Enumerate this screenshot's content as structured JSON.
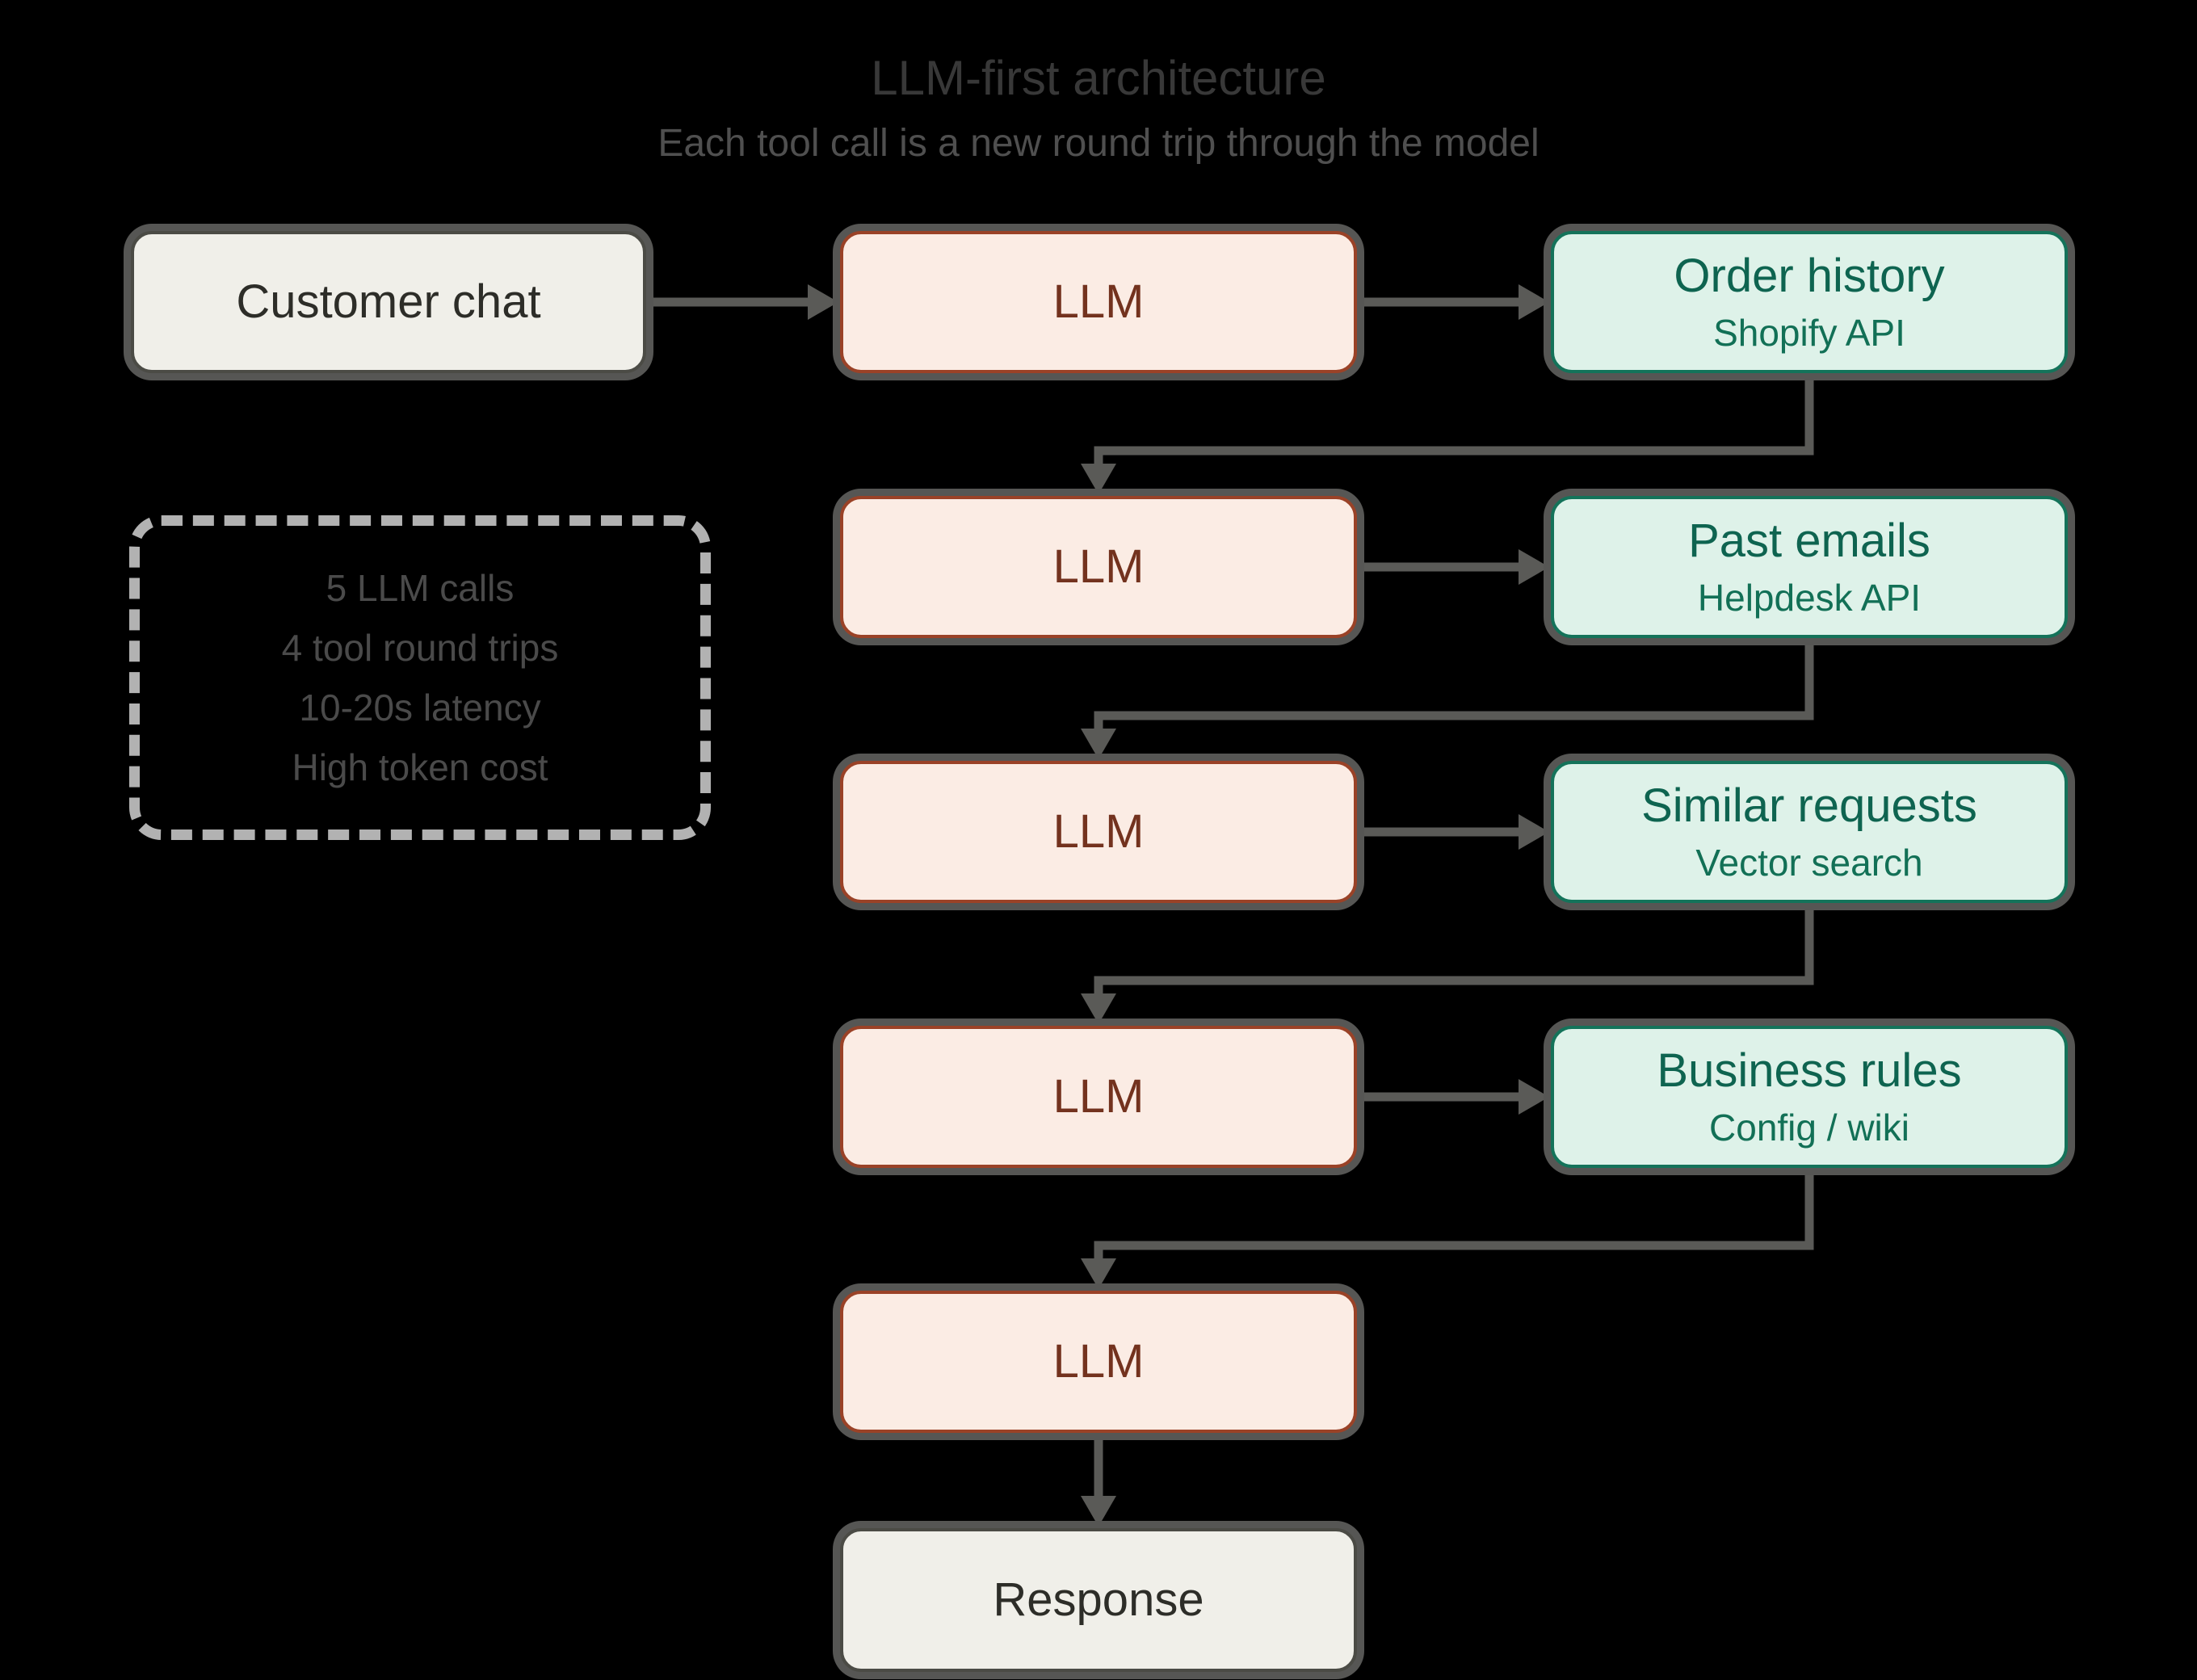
{
  "title": "LLM-first architecture",
  "subtitle": "Each tool call is a new round trip through the model",
  "nodes": {
    "customer_chat_label": "Customer chat",
    "llm_label": "LLM",
    "response_label": "Response",
    "tools": [
      {
        "title": "Order history",
        "subtitle": "Shopify API"
      },
      {
        "title": "Past emails",
        "subtitle": "Helpdesk API"
      },
      {
        "title": "Similar requests",
        "subtitle": "Vector search"
      },
      {
        "title": "Business rules",
        "subtitle": "Config / wiki"
      }
    ]
  },
  "stats_box": {
    "lines": [
      "5 LLM calls",
      "4 tool round trips",
      "10-20s latency",
      "High token cost"
    ]
  },
  "colors": {
    "background": "#000000",
    "llm_fill": "#fbece4",
    "llm_border": "#9a4227",
    "llm_text": "#73321e",
    "tool_fill": "#def2e9",
    "tool_border": "#14735a",
    "tool_text": "#0e6450",
    "neutral_fill": "#f0efe9",
    "neutral_border": "#4b4b45",
    "neutral_text": "#2d2d28",
    "arrow": "#5a5a57",
    "halo": "#565654",
    "dashed_border": "#b2b2b2",
    "muted_text": "#4a4a4a",
    "title_text": "#383838"
  }
}
